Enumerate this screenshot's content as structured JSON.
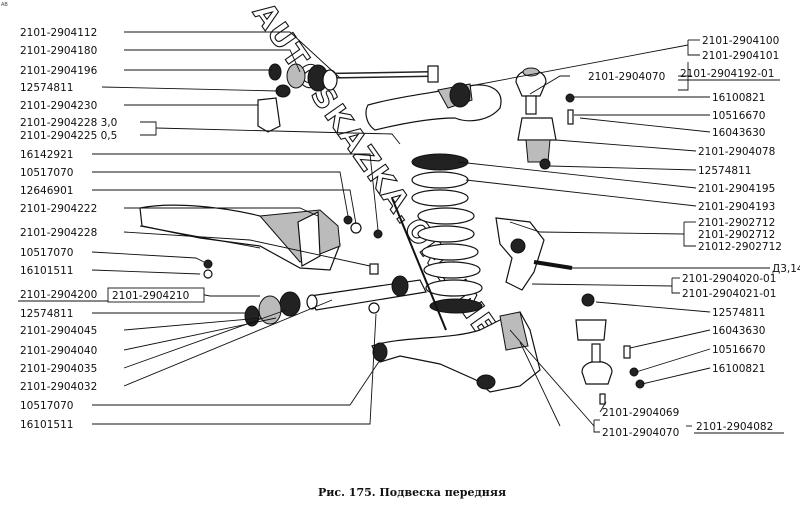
{
  "watermark": "AUTOSKAZKA.ONLINE",
  "caption": "Рис. 175. Подвеска передняя",
  "left_labels": [
    "2101-2904112",
    "2101-2904180",
    "2101-2904196",
    "12574811",
    "2101-2904230",
    "2101-2904228  3,0",
    "2101-2904225  0,5",
    "16142921",
    "10517070",
    "12646901",
    "2101-2904222",
    "2101-2904228",
    "10517070",
    "16101511",
    "2101-2904200",
    "12574811",
    "2101-2904045",
    "2101-2904040",
    "2101-2904035",
    "2101-2904032",
    "10517070",
    "16101511"
  ],
  "box_label_2904210": "2101-2904210",
  "right_labels": [
    "2101-2904100",
    "2101-2904101",
    "2101-2904070",
    "2101-2904192-01",
    "16100821",
    "10516670",
    "16043630",
    "2101-2904078",
    "12574811",
    "2101-2904195",
    "2101-2904193",
    "2101-2902712",
    "2101-2902712",
    "21012-2902712",
    "Д3,14",
    "2101-2904020-01",
    "2101-2904021-01",
    "12574811",
    "16043630",
    "10516670",
    "16100821",
    "2101-2904069",
    "2101-2904070",
    "2101-2904082"
  ],
  "corner_mark": "AB"
}
